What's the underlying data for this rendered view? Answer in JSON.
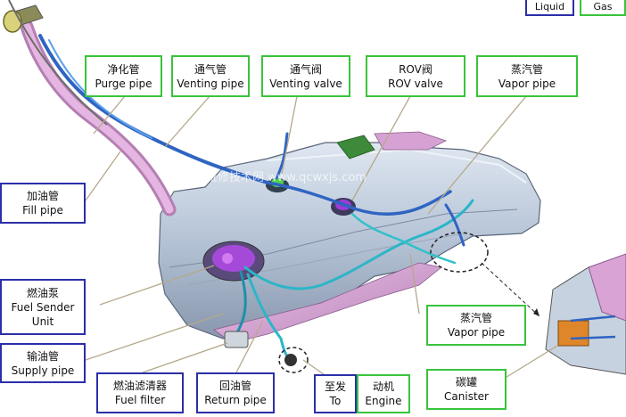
{
  "legend": {
    "liquid": "Liquid",
    "gas": "Gas"
  },
  "labels": {
    "purge": {
      "zh": "净化管",
      "en": "Purge pipe"
    },
    "venting": {
      "zh": "通气管",
      "en": "Venting pipe"
    },
    "valve": {
      "zh": "通气阀",
      "en": "Venting valve"
    },
    "rov": {
      "zh": "ROV阀",
      "en": "ROV valve"
    },
    "vapor1": {
      "zh": "蒸汽管",
      "en": "Vapor pipe"
    },
    "fill": {
      "zh": "加油管",
      "en": "Fill pipe"
    },
    "sender": {
      "zh": "燃油泵",
      "en1": "Fuel Sender",
      "en2": "Unit"
    },
    "supply": {
      "zh": "输油管",
      "en": "Supply pipe"
    },
    "filter": {
      "zh": "燃油滤清器",
      "en": "Fuel filter"
    },
    "ret": {
      "zh": "回油管",
      "en": "Return pipe"
    },
    "to": {
      "zh": "至发",
      "en": "To"
    },
    "engine": {
      "zh": "动机",
      "en": "Engine"
    },
    "vapor2": {
      "zh": "蒸汽管",
      "en": "Vapor pipe"
    },
    "canister": {
      "zh": "碳罐",
      "en": "Canister"
    }
  },
  "watermark": "汽车维修技术网 www.qcwxjs.com",
  "colors": {
    "green_border": "#39c43c",
    "blue_border": "#2b2fa8",
    "tank": "#b6c3d6",
    "pipe_pink": "#d9a3d6",
    "pipe_blue": "#3a7fd6",
    "pipe_cyan": "#2ec4c4",
    "purple": "#9b3bd6",
    "leader": "#b5a98a"
  }
}
